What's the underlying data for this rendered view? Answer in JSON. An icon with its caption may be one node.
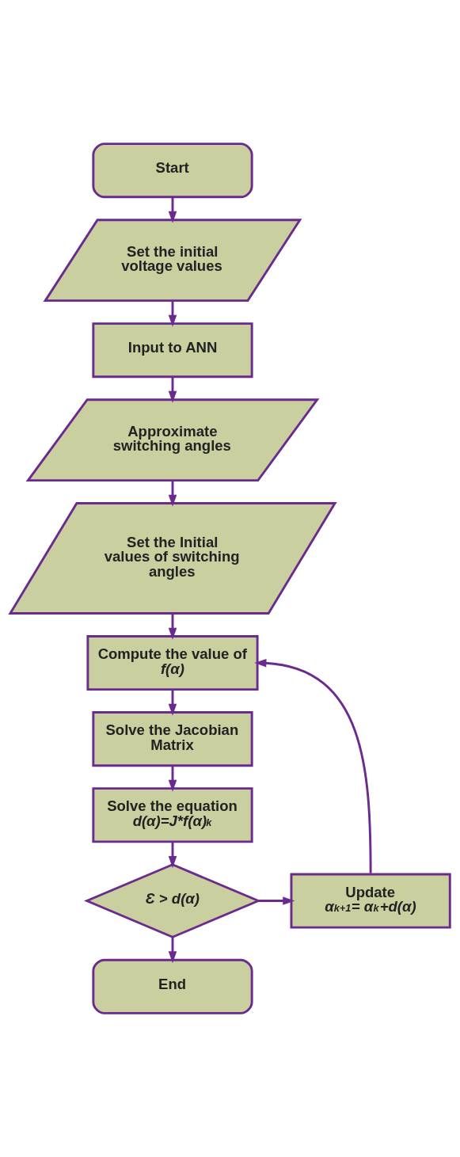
{
  "diagram": {
    "nodes": [
      {
        "text": [
          "Start"
        ]
      },
      {
        "text": [
          "Set the initial voltage values"
        ]
      },
      {
        "text": [
          "Input to ANN"
        ]
      },
      {
        "text": [
          "Approximate switching angles"
        ]
      },
      {
        "text": [
          "Set the Initial values of switching angles"
        ]
      },
      {
        "text": [
          "Compute the value of *f(α)*"
        ]
      },
      {
        "text": [
          "Solve the Jacobian Matrix"
        ]
      },
      {
        "text": [
          "Solve the equation",
          "d(α)=J*f(α)$^{k}$"
        ]
      },
      {
        "text": [
          "Ɛ > d(α)"
        ]
      },
      {
        "text": [
          "Update",
          "α$^{k+1}$= α$^{k}$+d(α)"
        ]
      },
      {
        "text": [
          "End"
        ]
      }
    ],
    "edges": [
      {
        "from": 0,
        "to": 1,
        "arrow": "to"
      },
      {
        "from": 1,
        "to": 2,
        "arrow": "to"
      },
      {
        "from": 2,
        "to": 3,
        "arrow": "to"
      },
      {
        "from": 3,
        "to": 4,
        "arrow": "to"
      },
      {
        "from": 4,
        "to": 5,
        "arrow": "to"
      },
      {
        "from": 5,
        "to": 6,
        "arrow": "to"
      },
      {
        "from": 6,
        "to": 7,
        "arrow": "to"
      },
      {
        "from": 7,
        "to": 8,
        "arrow": "to"
      },
      {
        "from": 8,
        "to": 9,
        "arrow": "to"
      },
      {
        "from": 9,
        "to": 5,
        "arrow": "to"
      },
      {
        "from": 8,
        "to": 10,
        "arrow": "to"
      }
    ]
  }
}
